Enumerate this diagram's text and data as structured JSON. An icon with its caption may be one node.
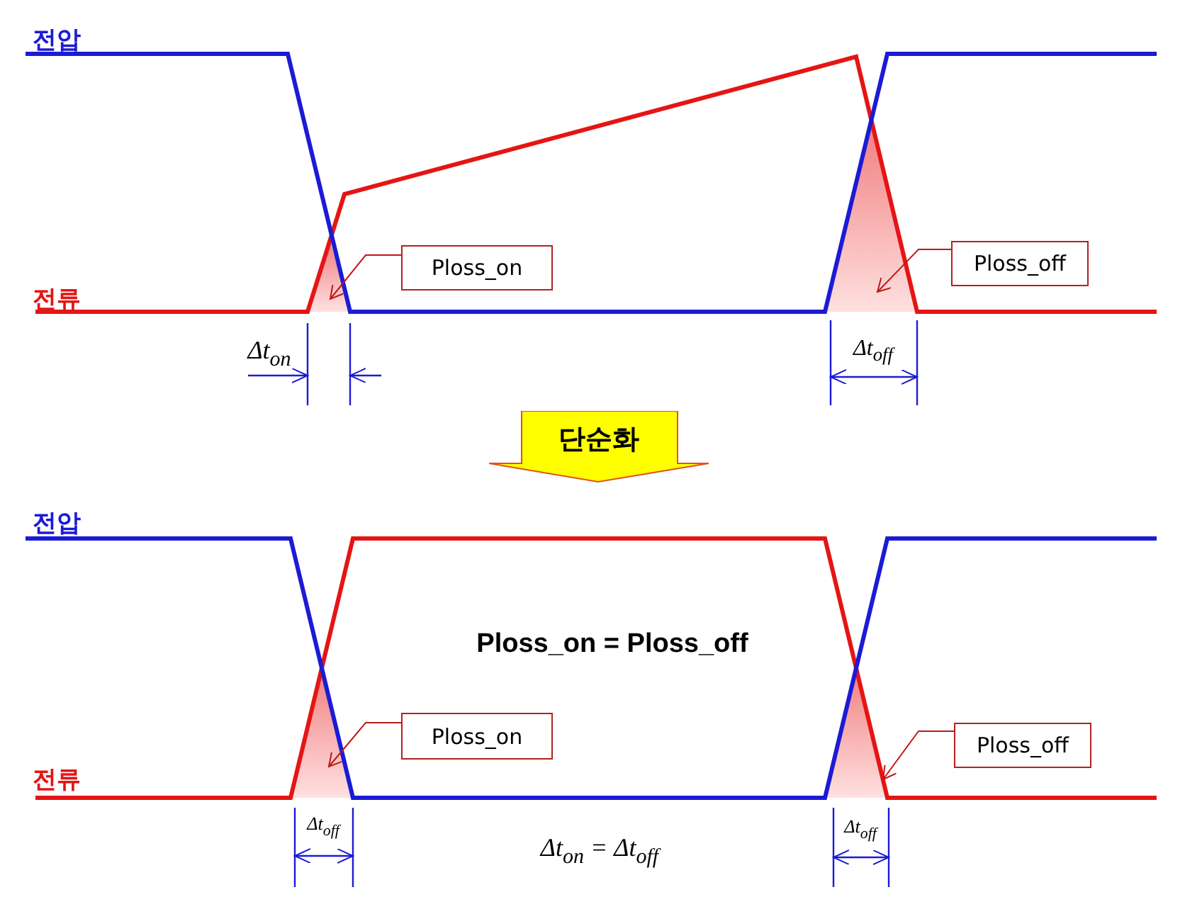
{
  "diagram": {
    "nodes": [
      {
        "text": [
          "Ploss_on"
        ]
      },
      {
        "text": [
          "Ploss_off"
        ]
      },
      {
        "text": [
          "단순화"
        ]
      },
      {
        "text": [
          "Ploss_on"
        ]
      },
      {
        "text": [
          "Ploss_off"
        ]
      },
      {
        "text": [],
        "shape": "triangle",
        "beside": [
          "Δt$_{on}$"
        ]
      },
      {
        "text": [],
        "shape": "triangle",
        "beside": [
          "Δt$_{off}$"
        ]
      },
      {
        "text": [],
        "shape": "triangle",
        "beside": [
          "Δt$_{off}$"
        ]
      },
      {
        "text": [],
        "shape": "triangle",
        "beside": [
          "Δt$_{off}$"
        ]
      }
    ],
    "edges": [
      {
        "from": 0,
        "to": 5,
        "arrow": "to"
      },
      {
        "from": 1,
        "to": 6,
        "arrow": "to"
      },
      {
        "from": 3,
        "to": 7,
        "arrow": "to"
      },
      {
        "from": 4,
        "to": 8,
        "arrow": "to"
      }
    ],
    "labels": [
      "전압",
      "전류",
      "전압",
      "Ploss_on = Ploss_off",
      "전류",
      "Δt$_{on}$ = Δt$_{off}$"
    ]
  }
}
